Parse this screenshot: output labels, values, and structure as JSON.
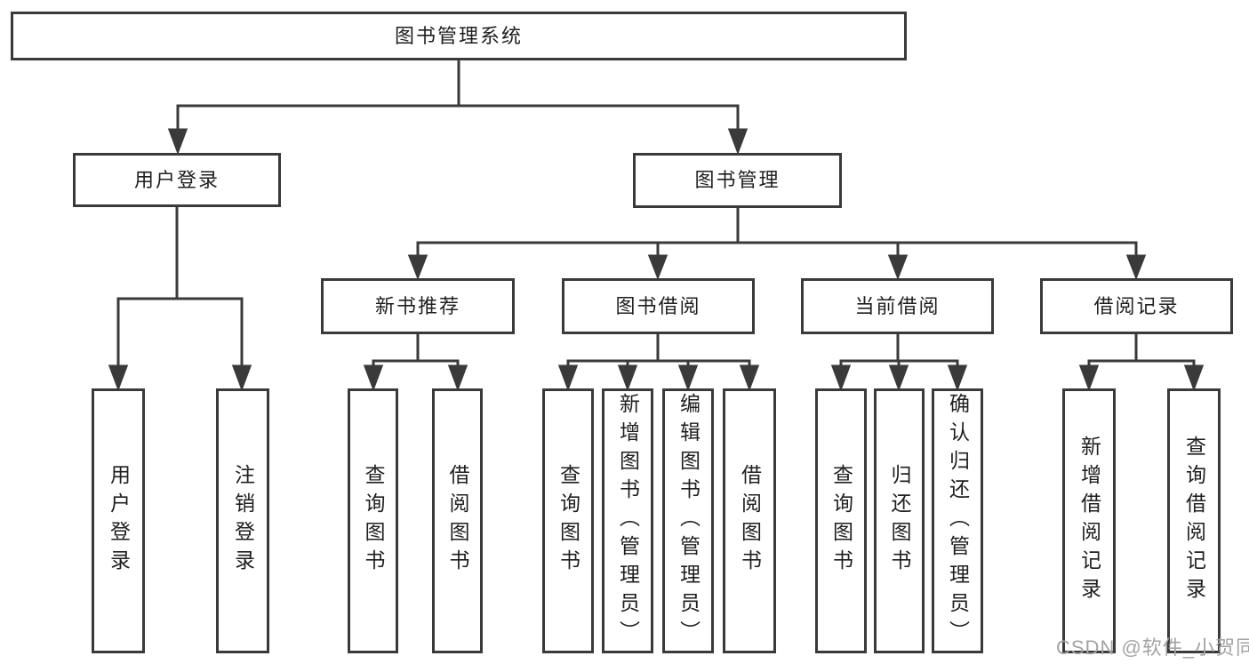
{
  "tree": {
    "root": {
      "label": "图书管理系统"
    },
    "branches": [
      {
        "label": "用户登录",
        "children": [
          {
            "label": "用户登录"
          },
          {
            "label": "注销登录"
          }
        ]
      },
      {
        "label": "图书管理",
        "children": [
          {
            "label": "新书推荐",
            "children": [
              {
                "label": "查询图书"
              },
              {
                "label": "借阅图书"
              }
            ]
          },
          {
            "label": "图书借阅",
            "children": [
              {
                "label": "查询图书"
              },
              {
                "label": "新增图书（管理员）"
              },
              {
                "label": "编辑图书（管理员）"
              },
              {
                "label": "借阅图书"
              }
            ]
          },
          {
            "label": "当前借阅",
            "children": [
              {
                "label": "查询图书"
              },
              {
                "label": "归还图书"
              },
              {
                "label": "确认归还（管理员）"
              }
            ]
          },
          {
            "label": "借阅记录",
            "children": [
              {
                "label": "新增借阅记录"
              },
              {
                "label": "查询借阅记录"
              }
            ]
          }
        ]
      }
    ]
  },
  "watermark": {
    "text": "CSDN @软件_小贺同学"
  },
  "colors": {
    "line": "#3a3a3a",
    "border": "#3a3a3a",
    "text": "#1f1f1f",
    "watermark": "#a3a3a3",
    "background": "#ffffff"
  }
}
